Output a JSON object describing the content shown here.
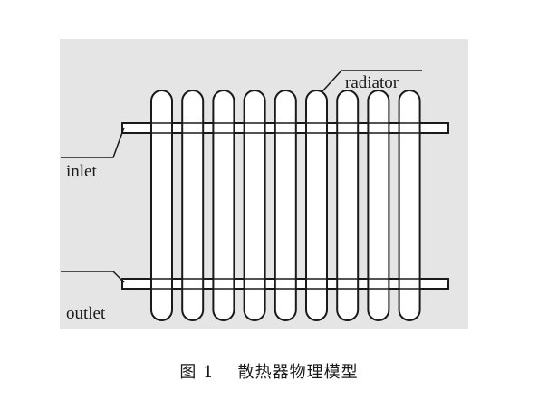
{
  "figure": {
    "labels": {
      "radiator": "radiator",
      "inlet": "inlet",
      "outlet": "outlet"
    },
    "caption": {
      "number": "图 1",
      "title": "散热器物理模型"
    },
    "colors": {
      "panel_background": "#e5e5e5",
      "stroke": "#1a1a1a",
      "fin_fill": "#ffffff"
    },
    "fin_count": 9
  }
}
